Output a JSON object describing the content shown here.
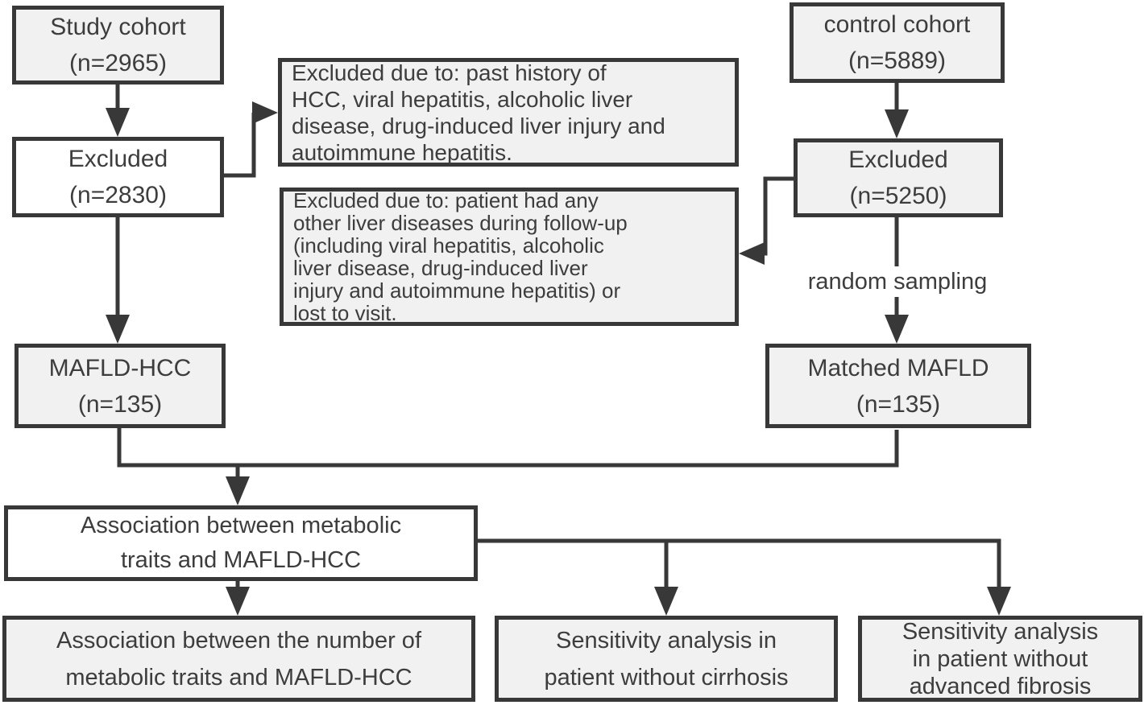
{
  "nodes": {
    "study_cohort": {
      "lines": [
        "Study cohort",
        "(n=2965)"
      ]
    },
    "excluded_study": {
      "lines": [
        "Excluded",
        "(n=2830)"
      ]
    },
    "exclusion_reason_1": {
      "lines": [
        "Excluded due to: past history of",
        "HCC, viral hepatitis, alcoholic liver",
        "disease, drug-induced liver injury and",
        "autoimmune hepatitis."
      ]
    },
    "control_cohort": {
      "lines": [
        "control cohort",
        "(n=5889)"
      ]
    },
    "excluded_control": {
      "lines": [
        "Excluded",
        "(n=5250)"
      ]
    },
    "exclusion_reason_2": {
      "lines": [
        "Excluded due to: patient had any",
        "other liver diseases during follow-up",
        "(including viral hepatitis, alcoholic",
        "liver disease, drug-induced liver",
        "injury and autoimmune hepatitis) or",
        "lost to visit."
      ]
    },
    "mafld_hcc": {
      "lines": [
        "MAFLD-HCC",
        "(n=135)"
      ]
    },
    "matched_mafld": {
      "lines": [
        "Matched MAFLD",
        "(n=135)"
      ]
    },
    "association_traits": {
      "lines": [
        "Association between metabolic",
        "traits and MAFLD-HCC"
      ]
    },
    "association_number": {
      "lines": [
        "Association between the number of",
        "metabolic traits and MAFLD-HCC"
      ]
    },
    "sensitivity_cirrhosis": {
      "lines": [
        "Sensitivity analysis in",
        "patient without cirrhosis"
      ]
    },
    "sensitivity_fibrosis": {
      "lines": [
        "Sensitivity analysis",
        "in patient without",
        "advanced fibrosis"
      ]
    }
  },
  "edge_labels": {
    "random_sampling": "random sampling"
  },
  "colors": {
    "border": "#383838",
    "line": "#383838",
    "fill_gray": "#f1f1f1",
    "fill_white": "#ffffff",
    "text": "#3d3d3d",
    "background": "#ffffff"
  }
}
